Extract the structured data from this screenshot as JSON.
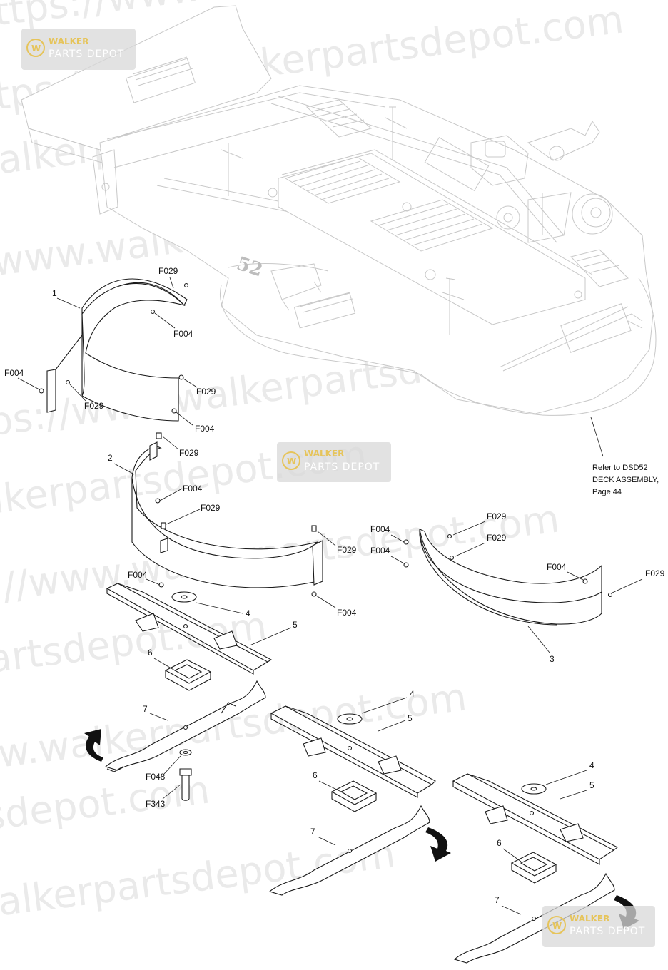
{
  "callouts": [
    {
      "id": "c-1",
      "text": "1"
    },
    {
      "id": "c-2",
      "text": "2"
    },
    {
      "id": "c-3",
      "text": "3"
    },
    {
      "id": "c-4a",
      "text": "4"
    },
    {
      "id": "c-4b",
      "text": "4"
    },
    {
      "id": "c-4c",
      "text": "4"
    },
    {
      "id": "c-5a",
      "text": "5"
    },
    {
      "id": "c-5b",
      "text": "5"
    },
    {
      "id": "c-5c",
      "text": "5"
    },
    {
      "id": "c-6a",
      "text": "6"
    },
    {
      "id": "c-6b",
      "text": "6"
    },
    {
      "id": "c-6c",
      "text": "6"
    },
    {
      "id": "c-7a",
      "text": "7"
    },
    {
      "id": "c-7b",
      "text": "7"
    },
    {
      "id": "c-7c",
      "text": "7"
    }
  ],
  "hardware": {
    "f029": "F029",
    "f004": "F004",
    "f048": "F048",
    "f343": "F343"
  },
  "reference_note": {
    "line1": "Refer to DSD52",
    "line2": "DECK ASSEMBLY,",
    "line3": "Page 44"
  },
  "deck_number": "52",
  "watermark": {
    "text": "https://www.walkerpartsdepot.com",
    "logo_line1": "WALKER",
    "logo_line2": "PARTS DEPOT",
    "logo_color": "#e6c45a"
  }
}
